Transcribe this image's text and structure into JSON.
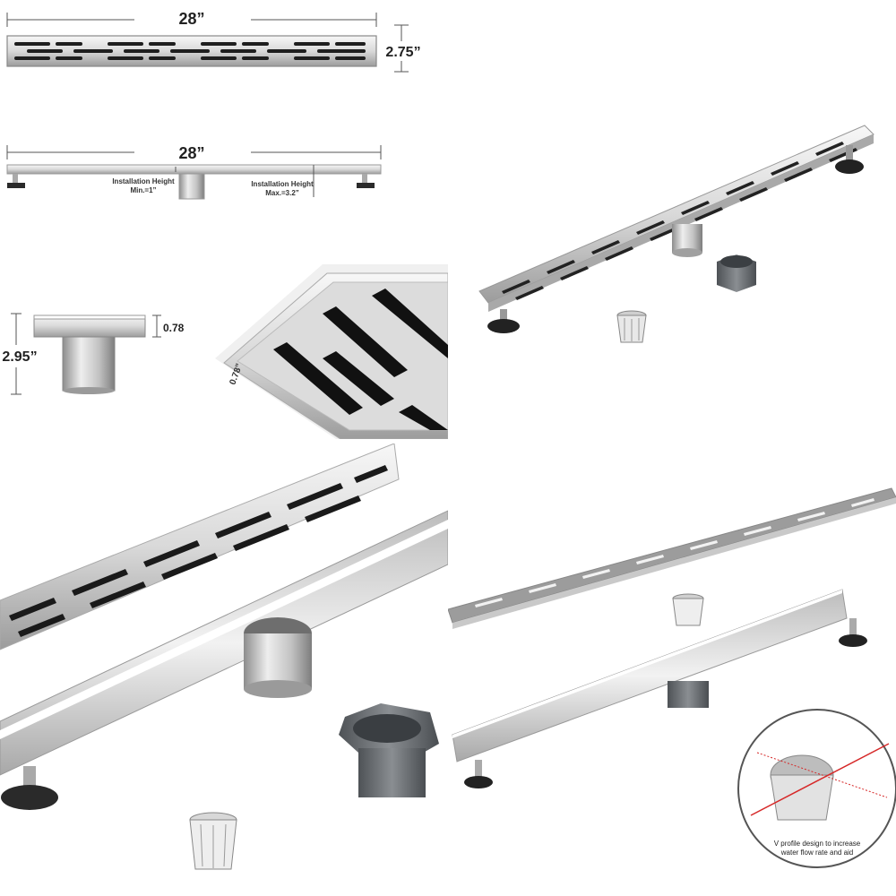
{
  "top_view": {
    "width_label": "28”",
    "height_label": "2.75”"
  },
  "side_view": {
    "width_label": "28”",
    "install_min_title": "Installation Height",
    "install_min_value": "Min.=1”",
    "install_max_title": "Installation Height",
    "install_max_value": "Max.=3.2”"
  },
  "section_view": {
    "height_label": "2.95”",
    "depth_label": "0.78"
  },
  "closeup_view": {
    "depth_label": "0.78”"
  },
  "detail_callout": {
    "caption_line1": "V profile design to increase",
    "caption_line2": "water flow rate and aid"
  },
  "colors": {
    "steel_light": "#eeeeee",
    "steel_mid": "#c8c8c8",
    "steel_dark": "#8a8a8a",
    "slot": "#1a1a1a",
    "rubber": "#2a2a2a",
    "pvc": "#6b6f73",
    "accent_red": "#d62828"
  }
}
